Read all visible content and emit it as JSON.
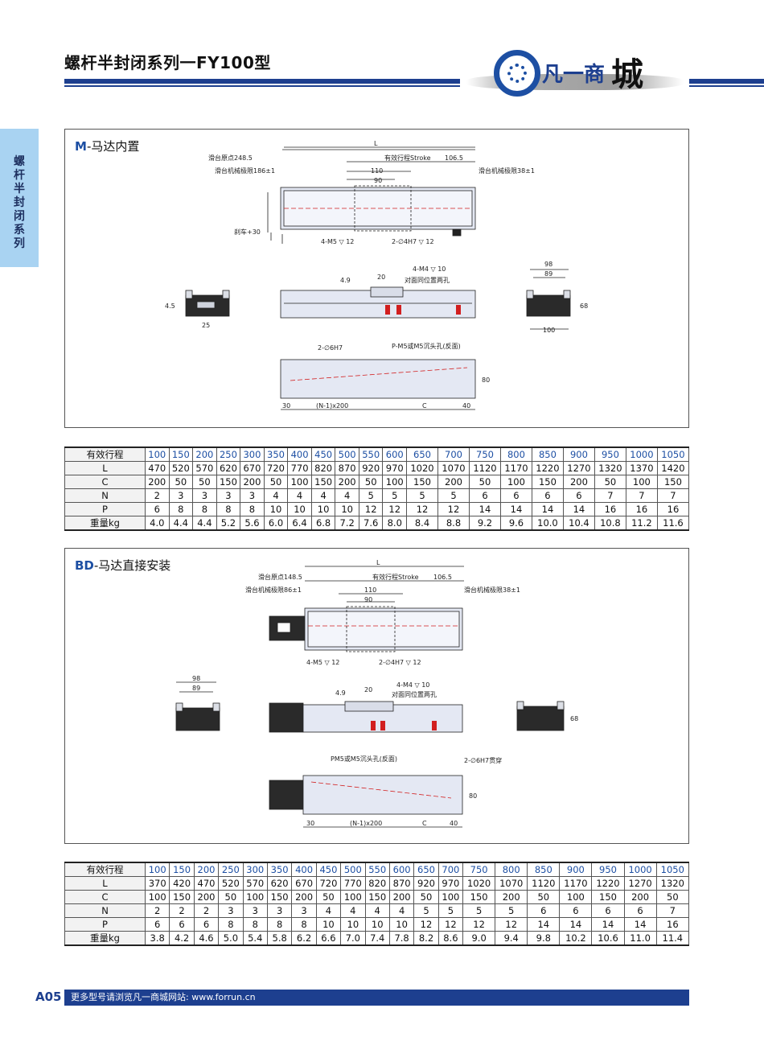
{
  "page": {
    "title": "螺杆半封闭系列一FY100型",
    "logo_text": "凡一商",
    "logo_text_big": "城",
    "side_tab_chars": [
      "螺",
      "杆",
      "半",
      "封",
      "闭",
      "系",
      "列"
    ],
    "page_number": "A05",
    "footer_text": "更多型号请浏览凡一商城网站: www.forrun.cn"
  },
  "section_m": {
    "tag": "M",
    "label": "-马达内置",
    "dims": {
      "L": "L",
      "slide_origin": "滑台原点248.5",
      "stroke": "有效行程Stroke",
      "d1065": "106.5",
      "mech_limit_left": "滑台机械极限186±1",
      "mech_limit_right": "滑台机械极限38±1",
      "d110": "110",
      "d90": "90",
      "brake": "刹车+30",
      "m5": "4-M5 ▽ 12",
      "h7": "2-∅4H7 ▽ 12",
      "m4": "4-M4 ▽ 10",
      "m4_note": "对面同位置两孔",
      "d20": "20",
      "d49": "4.9",
      "d98": "98",
      "d89": "89",
      "d68": "68",
      "d100": "100",
      "d45": "4.5",
      "d25": "25",
      "h6": "2-∅6H7",
      "p_m5": "P-M5或M5沉头孔(反面)",
      "d80": "80",
      "d30": "30",
      "n200": "(N-1)x200",
      "C": "C",
      "d40": "40"
    }
  },
  "table_m": {
    "header": "有效行程",
    "strokes": [
      "100",
      "150",
      "200",
      "250",
      "300",
      "350",
      "400",
      "450",
      "500",
      "550",
      "600",
      "650",
      "700",
      "750",
      "800",
      "850",
      "900",
      "950",
      "1000",
      "1050"
    ],
    "rows": [
      {
        "label": "L",
        "values": [
          "470",
          "520",
          "570",
          "620",
          "670",
          "720",
          "770",
          "820",
          "870",
          "920",
          "970",
          "1020",
          "1070",
          "1120",
          "1170",
          "1220",
          "1270",
          "1320",
          "1370",
          "1420"
        ]
      },
      {
        "label": "C",
        "values": [
          "200",
          "50",
          "50",
          "150",
          "200",
          "50",
          "100",
          "150",
          "200",
          "50",
          "100",
          "150",
          "200",
          "50",
          "100",
          "150",
          "200",
          "50",
          "100",
          "150"
        ]
      },
      {
        "label": "N",
        "values": [
          "2",
          "3",
          "3",
          "3",
          "3",
          "4",
          "4",
          "4",
          "4",
          "5",
          "5",
          "5",
          "5",
          "6",
          "6",
          "6",
          "6",
          "7",
          "7",
          "7"
        ]
      },
      {
        "label": "P",
        "values": [
          "6",
          "8",
          "8",
          "8",
          "8",
          "10",
          "10",
          "10",
          "10",
          "12",
          "12",
          "12",
          "12",
          "14",
          "14",
          "14",
          "14",
          "16",
          "16",
          "16"
        ]
      },
      {
        "label": "重量kg",
        "values": [
          "4.0",
          "4.4",
          "4.4",
          "5.2",
          "5.6",
          "6.0",
          "6.4",
          "6.8",
          "7.2",
          "7.6",
          "8.0",
          "8.4",
          "8.8",
          "9.2",
          "9.6",
          "10.0",
          "10.4",
          "10.8",
          "11.2",
          "11.6"
        ]
      }
    ]
  },
  "section_bd": {
    "tag": "BD",
    "label": "-马达直接安装",
    "dims": {
      "L": "L",
      "slide_origin": "滑台原点148.5",
      "stroke": "有效行程Stroke",
      "d1065": "106.5",
      "mech_limit_left": "滑台机械极限86±1",
      "mech_limit_right": "滑台机械极限38±1",
      "d110": "110",
      "d90": "90",
      "m5": "4-M5 ▽ 12",
      "h7": "2-∅4H7 ▽ 12",
      "d98": "98",
      "d89": "89",
      "d49": "4.9",
      "d20": "20",
      "m4": "4-M4 ▽ 10",
      "m4_note": "对面同位置两孔",
      "d68": "68",
      "pm5": "PM5或M5沉头孔(反面)",
      "h6": "2-∅6H7贯穿",
      "d80": "80",
      "d30": "30",
      "n200": "(N-1)x200",
      "C": "C",
      "d40": "40"
    }
  },
  "table_bd": {
    "header": "有效行程",
    "strokes": [
      "100",
      "150",
      "200",
      "250",
      "300",
      "350",
      "400",
      "450",
      "500",
      "550",
      "600",
      "650",
      "700",
      "750",
      "800",
      "850",
      "900",
      "950",
      "1000",
      "1050"
    ],
    "rows": [
      {
        "label": "L",
        "values": [
          "370",
          "420",
          "470",
          "520",
          "570",
          "620",
          "670",
          "720",
          "770",
          "820",
          "870",
          "920",
          "970",
          "1020",
          "1070",
          "1120",
          "1170",
          "1220",
          "1270",
          "1320"
        ]
      },
      {
        "label": "C",
        "values": [
          "100",
          "150",
          "200",
          "50",
          "100",
          "150",
          "200",
          "50",
          "100",
          "150",
          "200",
          "50",
          "100",
          "150",
          "200",
          "50",
          "100",
          "150",
          "200",
          "50"
        ]
      },
      {
        "label": "N",
        "values": [
          "2",
          "2",
          "2",
          "3",
          "3",
          "3",
          "3",
          "4",
          "4",
          "4",
          "4",
          "5",
          "5",
          "5",
          "5",
          "6",
          "6",
          "6",
          "6",
          "7"
        ]
      },
      {
        "label": "P",
        "values": [
          "6",
          "6",
          "6",
          "8",
          "8",
          "8",
          "8",
          "10",
          "10",
          "10",
          "10",
          "12",
          "12",
          "12",
          "12",
          "14",
          "14",
          "14",
          "14",
          "16"
        ]
      },
      {
        "label": "重量kg",
        "values": [
          "3.8",
          "4.2",
          "4.6",
          "5.0",
          "5.4",
          "5.8",
          "6.2",
          "6.6",
          "7.0",
          "7.4",
          "7.8",
          "8.2",
          "8.6",
          "9.0",
          "9.4",
          "9.8",
          "10.2",
          "10.6",
          "11.0",
          "11.4"
        ]
      }
    ]
  },
  "colors": {
    "brand_blue": "#1d3f8f",
    "accent_blue": "#1d4fa3",
    "side_tab": "#a9d3f2",
    "rail_fill": "#e4e8f3",
    "body_dark": "#2a2a2a",
    "red_mark": "#d21f1f"
  }
}
